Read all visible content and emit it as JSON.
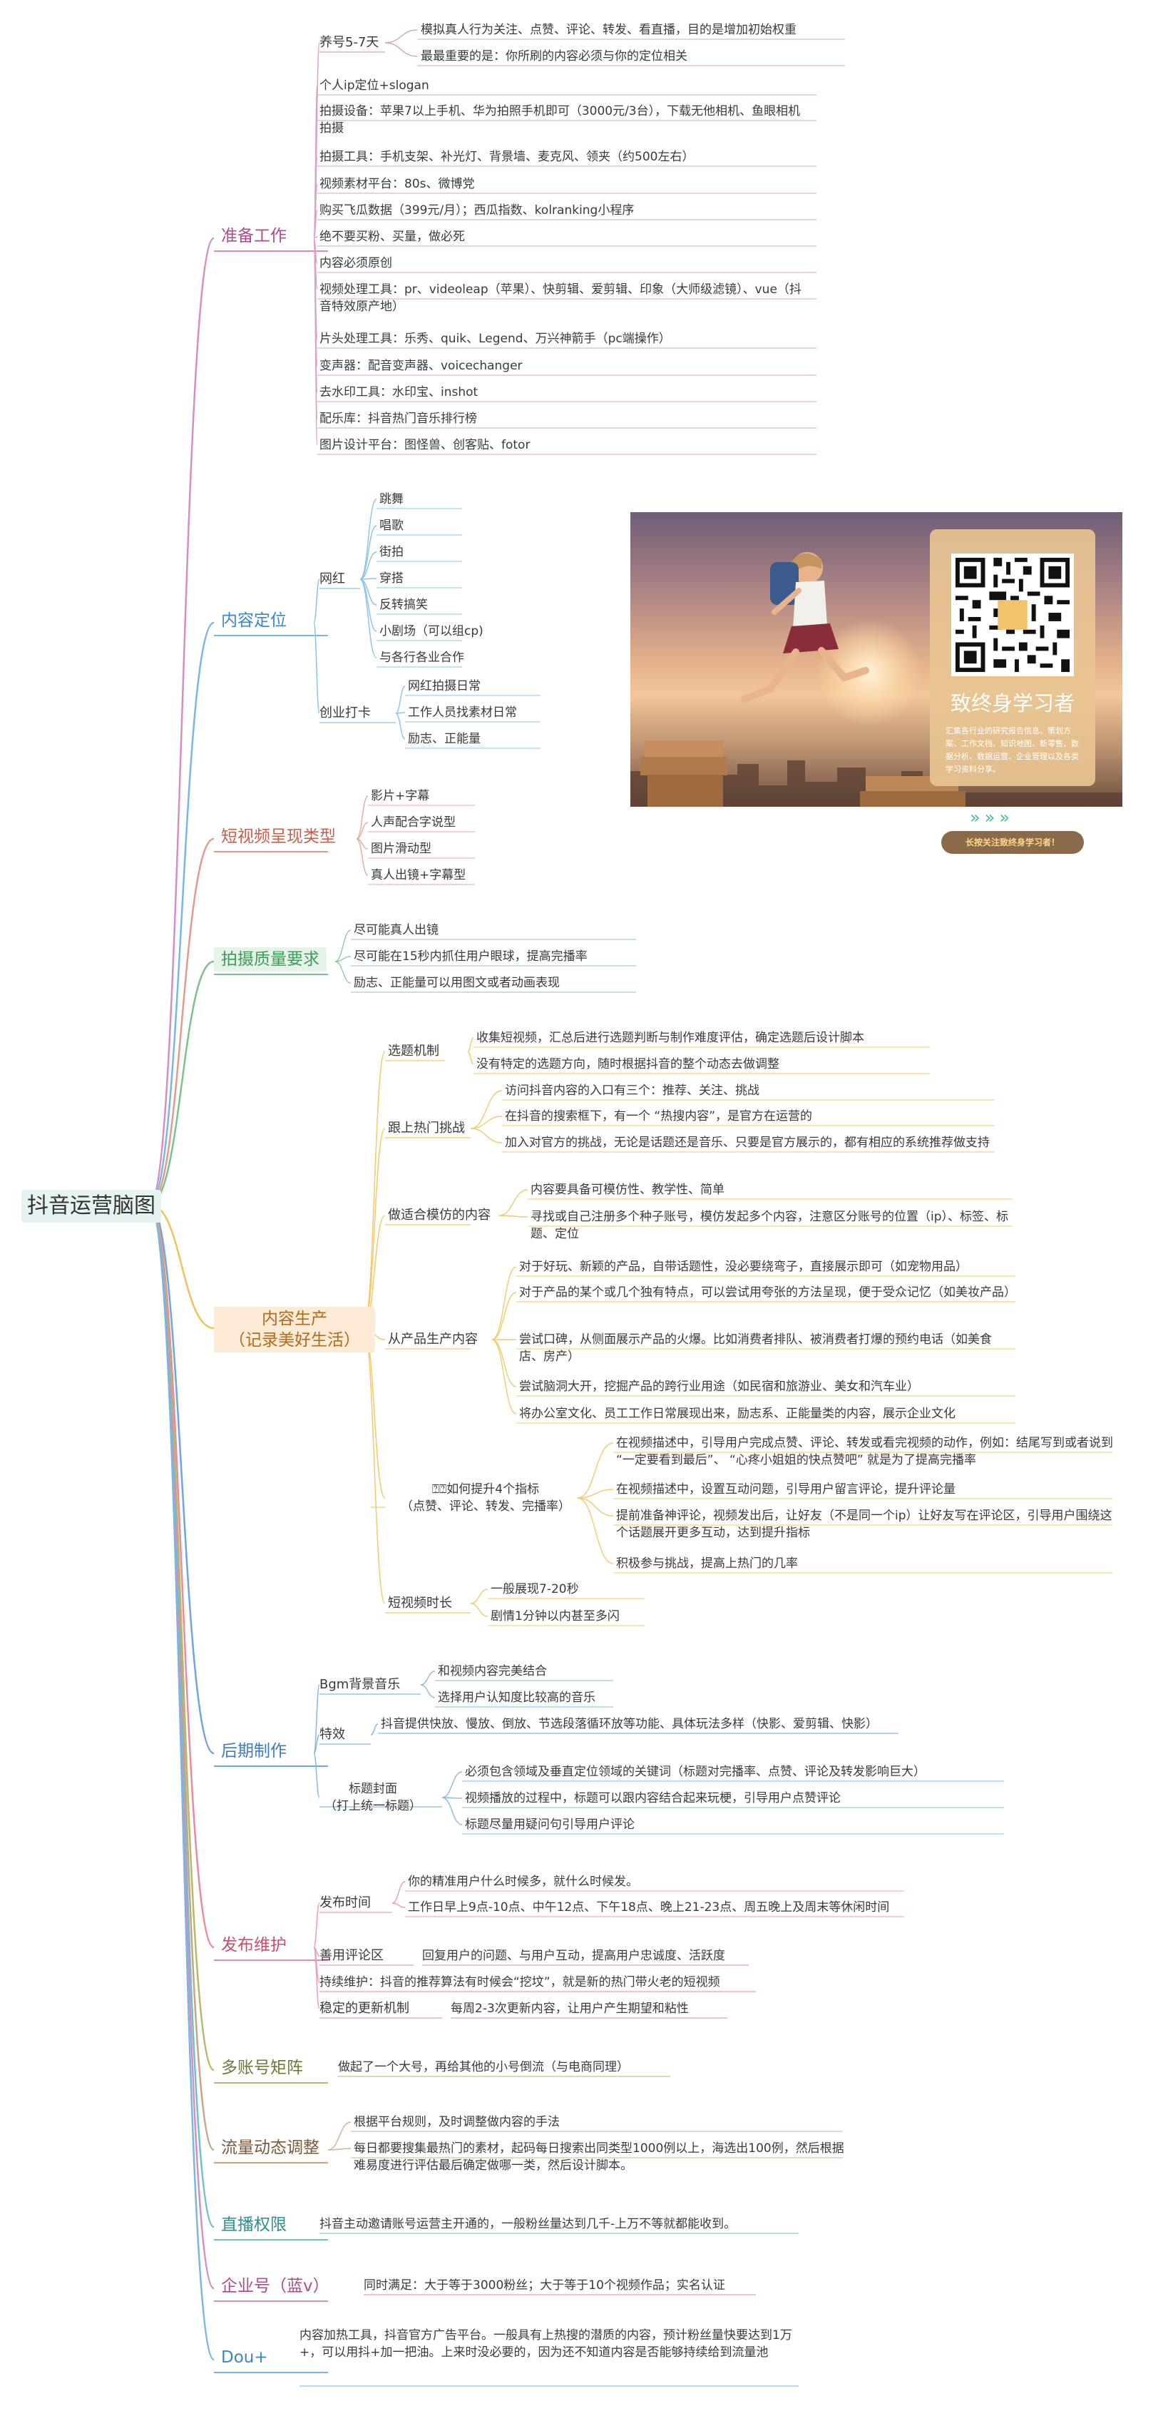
{
  "root": "抖音运营脑图",
  "categories": {
    "prep": "准备工作",
    "content_pos": "内容定位",
    "short_video": "短视频呈现类型",
    "quality": "拍摄质量要求",
    "production": "内容生产\n（记录美好生活）",
    "post": "后期制作",
    "publish": "发布维护",
    "multi": "多账号矩阵",
    "flow": "流量动态调整",
    "live": "直播权限",
    "enterprise": "企业号（蓝v）",
    "dou": "Dou+"
  },
  "prep": {
    "yanghao": "养号5-7天",
    "yanghao_1": "模拟真人行为关注、点赞、评论、转发、看直播，目的是增加初始权重",
    "yanghao_2": "最最重要的是：你所刷的内容必须与你的定位相关",
    "items": [
      "个人ip定位+slogan",
      "拍摄设备：苹果7以上手机、华为拍照手机即可（3000元/3台），下载无他相机、鱼眼相机拍摄",
      "拍摄工具：手机支架、补光灯、背景墙、麦克风、领夹（约500左右）",
      "视频素材平台：80s、微博党",
      "购买飞瓜数据（399元/月）；西瓜指数、kolranking小程序",
      "绝不要买粉、买量，做必死",
      "内容必须原创",
      "视频处理工具：pr、videoleap（苹果）、快剪辑、爱剪辑、印象（大师级滤镜）、vue（抖音特效原产地）",
      "片头处理工具：乐秀、quik、Legend、万兴神箭手（pc端操作）",
      "变声器：配音变声器、voicechanger",
      "去水印工具：水印宝、inshot",
      "配乐库：抖音热门音乐排行榜",
      "图片设计平台：图怪兽、创客贴、fotor"
    ]
  },
  "content_pos": {
    "wanghong": "网红",
    "wanghong_items": [
      "跳舞",
      "唱歌",
      "街拍",
      "穿搭",
      "反转搞笑",
      "小剧场（可以组cp)",
      "与各行各业合作"
    ],
    "chuangye": "创业打卡",
    "chuangye_items": [
      "网红拍摄日常",
      "工作人员找素材日常",
      "励志、正能量"
    ]
  },
  "short_video": [
    "影片+字幕",
    "人声配合字说型",
    "图片滑动型",
    "真人出镜+字幕型"
  ],
  "quality": [
    "尽可能真人出镜",
    "尽可能在15秒内抓住用户眼球，提高完播率",
    "励志、正能量可以用图文或者动画表现"
  ],
  "production": {
    "topic": "选题机制",
    "topic_items": [
      "收集短视频，汇总后进行选题判断与制作难度评估，确定选题后设计脚本",
      "没有特定的选题方向，随时根据抖音的整个动态去做调整"
    ],
    "hot": "跟上热门挑战",
    "hot_items": [
      "访问抖音内容的入口有三个：推荐、关注、挑战",
      "在抖音的搜索框下，有一个 “热搜内容”，是官方在运营的",
      "加入对官方的挑战，无论是话题还是音乐、只要是官方展示的，都有相应的系统推荐做支持"
    ],
    "imitate": "做适合模仿的内容",
    "imitate_items": [
      "内容要具备可模仿性、教学性、简单",
      "寻找或自己注册多个种子账号，模仿发起多个内容，注意区分账号的位置（ip）、标签、标题、定位"
    ],
    "product": "从产品生产内容",
    "product_items": [
      "对于好玩、新颖的产品，自带话题性，没必要绕弯子，直接展示即可（如宠物用品）",
      "对于产品的某个或几个独有特点，可以尝试用夸张的方法呈现，便于受众记忆（如美妆产品）",
      "尝试口碑，从侧面展示产品的火爆。比如消费者排队、被消费者打爆的预约电话（如美食店、房产）",
      "尝试脑洞大开，挖掘产品的跨行业用途（如民宿和旅游业、美女和汽车业）",
      "将办公室文化、员工工作日常展现出来，励志系、正能量类的内容，展示企业文化"
    ],
    "metrics": "⍰⍰如何提升4个指标\n（点赞、评论、转发、完播率）",
    "metrics_items": [
      "在视频描述中，引导用户完成点赞、评论、转发或看完视频的动作，例如：结尾写到或者说到 “一定要看到最后”、 “心疼小姐姐的快点赞吧” 就是为了提高完播率",
      "在视频描述中，设置互动问题，引导用户留言评论，提升评论量",
      "提前准备神评论，视频发出后，让好友（不是同一个ip）让好友写在评论区，引导用户围绕这个话题展开更多互动，达到提升指标",
      "积极参与挑战，提高上热门的几率"
    ],
    "duration": "短视频时长",
    "duration_items": [
      "一般展现7-20秒",
      "剧情1分钟以内甚至多闪"
    ]
  },
  "post": {
    "bgm": "Bgm背景音乐",
    "bgm_items": [
      "和视频内容完美结合",
      "选择用户认知度比较高的音乐"
    ],
    "effects": "特效",
    "effects_text": "抖音提供快放、慢放、倒放、节选段落循环放等功能、具体玩法多样（快影、爱剪辑、快影）",
    "cover": "标题封面\n（打上统一标题）",
    "cover_items": [
      "必须包含领域及垂直定位领域的关键词（标题对完播率、点赞、评论及转发影响巨大）",
      "视频播放的过程中，标题可以跟内容结合起来玩梗，引导用户点赞评论",
      "标题尽量用疑问句引导用户评论"
    ]
  },
  "publish": {
    "time": "发布时间",
    "time_items": [
      "你的精准用户什么时候多，就什么时候发。",
      "工作日早上9点-10点、中午12点、下午18点、晚上21-23点、周五晚上及周末等休闲时间"
    ],
    "comment": "善用评论区",
    "comment_text": "回复用户的问题、与用户互动，提高用户忠诚度、活跃度",
    "keep": "持续维护：抖音的推荐算法有时候会“挖坟”，就是新的热门带火老的短视频",
    "update": "稳定的更新机制",
    "update_text": "每周2-3次更新内容，让用户产生期望和粘性"
  },
  "multi_text": "做起了一个大号，再给其他的小号倒流（与电商同理）",
  "flow_items": [
    "根据平台规则，及时调整做内容的手法",
    "每日都要搜集最热门的素材，起码每日搜索出同类型1000例以上，海选出100例，然后根据难易度进行评估最后确定做哪一类，然后设计脚本。"
  ],
  "live_text": "抖音主动邀请账号运营主开通的，一般粉丝量达到几千-上万不等就都能收到。",
  "enterprise_text": "同时满足：大于等于3000粉丝；大于等于10个视频作品；实名认证",
  "dou_text": "内容加热工具，抖音官方广告平台。一般具有上热搜的潜质的内容，预计粉丝量快要达到1万+，可以用抖+加一把油。上来时没必要的，因为还不知道内容是否能够持续给到流量池",
  "ad": {
    "title": "致终身学习者",
    "text": "汇集各行业的研究报告信息、策划方案、工作文档、知识地图、新零售、数据分析、数据运营、企业管理以及各类学习资料分享。",
    "button": "长按关注致终身学习者！",
    "arrows": "»»»"
  }
}
